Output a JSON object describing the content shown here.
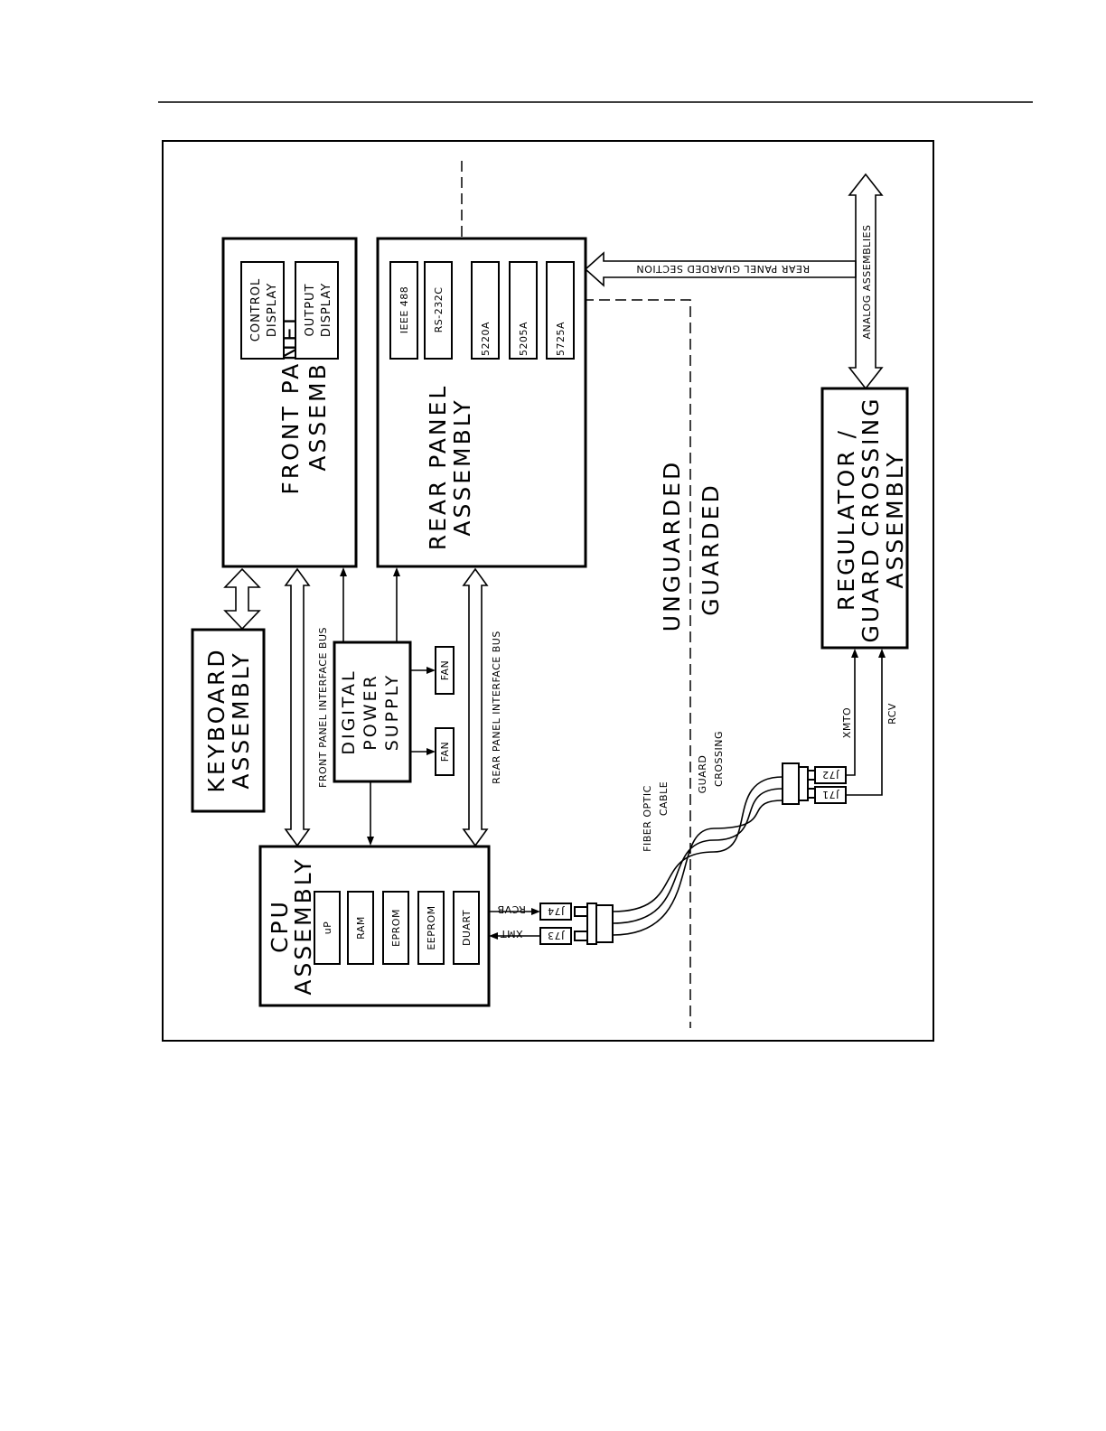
{
  "blocks": {
    "front_panel": {
      "line1": "FRONT PANEL",
      "line2": "ASSEMBLY"
    },
    "control_display": {
      "line1": "CONTROL",
      "line2": "DISPLAY"
    },
    "output_display": {
      "line1": "OUTPUT",
      "line2": "DISPLAY"
    },
    "rear_panel": {
      "line1": "REAR PANEL",
      "line2": "ASSEMBLY"
    },
    "rear_modules": [
      "IEEE 488",
      "RS-232C",
      "5220A",
      "5205A",
      "5725A"
    ],
    "keyboard": {
      "line1": "KEYBOARD",
      "line2": "ASSEMBLY"
    },
    "power_supply": {
      "line1": "DIGITAL",
      "line2": "POWER",
      "line3": "SUPPLY"
    },
    "fans": [
      "FAN",
      "FAN"
    ],
    "cpu": {
      "line1": "CPU",
      "line2": "ASSEMBLY"
    },
    "cpu_modules": [
      "uP",
      "RAM",
      "EPROM",
      "EEPROM",
      "DUART"
    ],
    "regulator": {
      "line1": "REGULATOR /",
      "line2": "GUARD CROSSING",
      "line3": "ASSEMBLY"
    }
  },
  "labels": {
    "front_bus": "FRONT PANEL INTERFACE BUS",
    "rear_bus": "REAR PANEL INTERFACE BUS",
    "rear_guarded": "REAR PANEL GUARDED SECTION",
    "analog": "ANALOG ASSEMBLIES",
    "unguarded": "UNGUARDED",
    "guarded": "GUARDED",
    "fiber_1": "FIBER OPTIC",
    "fiber_2": "CABLE",
    "guard_1": "GUARD",
    "guard_2": "CROSSING",
    "xmt": "XMT",
    "rcvb": "RCVB",
    "xmto": "XMTO",
    "rcv": "RCV"
  },
  "connectors": [
    "J74",
    "J73",
    "J72",
    "J71"
  ]
}
